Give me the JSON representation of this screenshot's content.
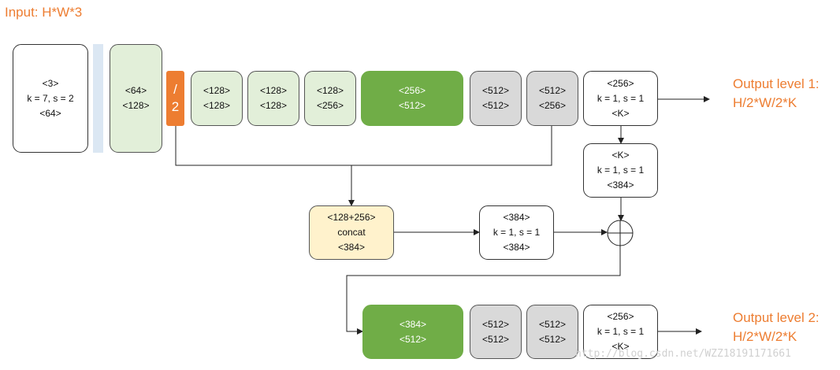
{
  "input_label": "Input: H*W*3",
  "output1": {
    "line1": "Output level 1:",
    "line2": "H/2*W/2*K"
  },
  "output2": {
    "line1": "Output level 2:",
    "line2": "H/2*W/2*K"
  },
  "pool": {
    "slash": "/",
    "factor": "2"
  },
  "blocks": {
    "conv1": [
      "<3>",
      "k = 7, s = 2",
      "<64>"
    ],
    "res64": [
      "<64>",
      "<128>"
    ],
    "res128a": [
      "<128>",
      "<128>"
    ],
    "res128b": [
      "<128>",
      "<128>"
    ],
    "res128_256": [
      "<128>",
      "<256>"
    ],
    "res256_512": [
      "<256>",
      "<512>"
    ],
    "res512a": [
      "<512>",
      "<512>"
    ],
    "res512_256": [
      "<512>",
      "<256>"
    ],
    "out1_conv": [
      "<256>",
      "k = 1, s = 1",
      "<K>"
    ],
    "remap_conv": [
      "<K>",
      "k = 1, s = 1",
      "<384>"
    ],
    "concat": [
      "<128+256>",
      "concat",
      "<384>"
    ],
    "conv384": [
      "<384>",
      "k = 1, s = 1",
      "<384>"
    ],
    "res384_512": [
      "<384>",
      "<512>"
    ],
    "res512b": [
      "<512>",
      "<512>"
    ],
    "res512c": [
      "<512>",
      "<512>"
    ],
    "out2_conv": [
      "<256>",
      "k = 1, s = 1",
      "<K>"
    ]
  },
  "watermark": "http://blog.csdn.net/WZZ18191171661",
  "colors": {
    "accent": "#ed7d31",
    "light_green": "#e2efd9",
    "dark_green": "#70ad47",
    "gray": "#d9d9d9",
    "yellow": "#fff2cc",
    "light_blue": "#dbe7f3"
  }
}
